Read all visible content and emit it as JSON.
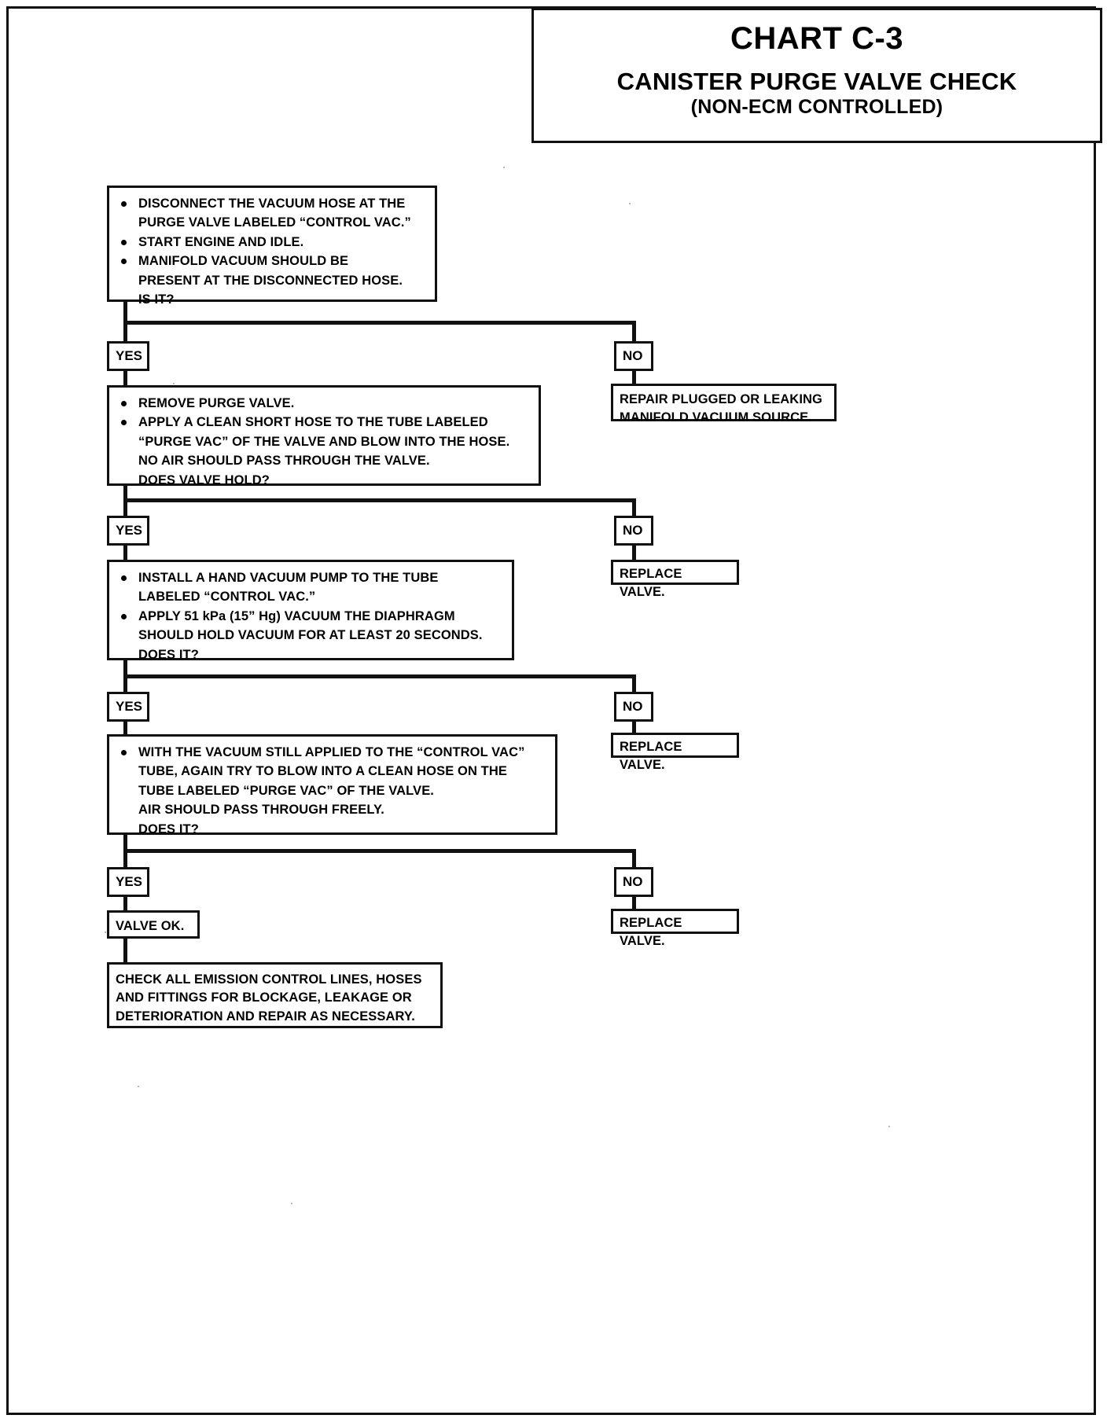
{
  "header": {
    "chart_number": "CHART C-3",
    "title": "CANISTER PURGE VALVE CHECK",
    "subtitle": "(NON-ECM CONTROLLED)"
  },
  "labels": {
    "yes": "YES",
    "no": "NO"
  },
  "steps": [
    {
      "id": "step-1",
      "lines": [
        {
          "bullet": true,
          "text": "DISCONNECT THE VACUUM HOSE AT THE"
        },
        {
          "bullet": false,
          "text": "PURGE VALVE LABELED “CONTROL VAC.”"
        },
        {
          "bullet": true,
          "text": "START ENGINE AND IDLE."
        },
        {
          "bullet": true,
          "text": "MANIFOLD VACUUM SHOULD BE"
        },
        {
          "bullet": false,
          "text": "PRESENT AT THE DISCONNECTED HOSE."
        },
        {
          "bullet": false,
          "text": "IS IT?"
        }
      ],
      "no_result": [
        "REPAIR PLUGGED OR LEAKING",
        "MANIFOLD VACUUM SOURCE."
      ]
    },
    {
      "id": "step-2",
      "lines": [
        {
          "bullet": true,
          "text": "REMOVE PURGE VALVE."
        },
        {
          "bullet": true,
          "text": "APPLY A CLEAN SHORT HOSE TO THE TUBE LABELED"
        },
        {
          "bullet": false,
          "text": "“PURGE VAC” OF THE VALVE AND BLOW INTO THE HOSE."
        },
        {
          "bullet": false,
          "text": "NO AIR SHOULD PASS THROUGH THE VALVE."
        },
        {
          "bullet": false,
          "text": "DOES VALVE HOLD?"
        }
      ],
      "no_result": [
        "REPLACE VALVE."
      ]
    },
    {
      "id": "step-3",
      "lines": [
        {
          "bullet": true,
          "text": "INSTALL A HAND VACUUM PUMP TO THE TUBE"
        },
        {
          "bullet": false,
          "text": "LABELED “CONTROL VAC.”"
        },
        {
          "bullet": true,
          "text": "APPLY 51 kPa (15” Hg) VACUUM THE DIAPHRAGM"
        },
        {
          "bullet": false,
          "text": "SHOULD HOLD VACUUM FOR AT LEAST 20 SECONDS."
        },
        {
          "bullet": false,
          "text": "DOES IT?"
        }
      ],
      "no_result": [
        "REPLACE VALVE."
      ]
    },
    {
      "id": "step-4",
      "lines": [
        {
          "bullet": true,
          "text": "WITH THE VACUUM STILL APPLIED TO THE “CONTROL VAC”"
        },
        {
          "bullet": false,
          "text": "TUBE, AGAIN TRY TO BLOW INTO A CLEAN HOSE ON THE"
        },
        {
          "bullet": false,
          "text": "TUBE LABELED “PURGE VAC” OF THE VALVE."
        },
        {
          "bullet": false,
          "text": "AIR SHOULD PASS THROUGH FREELY."
        },
        {
          "bullet": false,
          "text": "DOES IT?"
        }
      ],
      "no_result": [
        "REPLACE VALVE."
      ]
    }
  ],
  "final": {
    "valve_ok": "VALVE OK.",
    "closing": [
      "CHECK ALL EMISSION CONTROL LINES, HOSES",
      "AND FITTINGS FOR BLOCKAGE, LEAKAGE OR",
      "DETERIORATION AND REPAIR AS NECESSARY."
    ]
  }
}
